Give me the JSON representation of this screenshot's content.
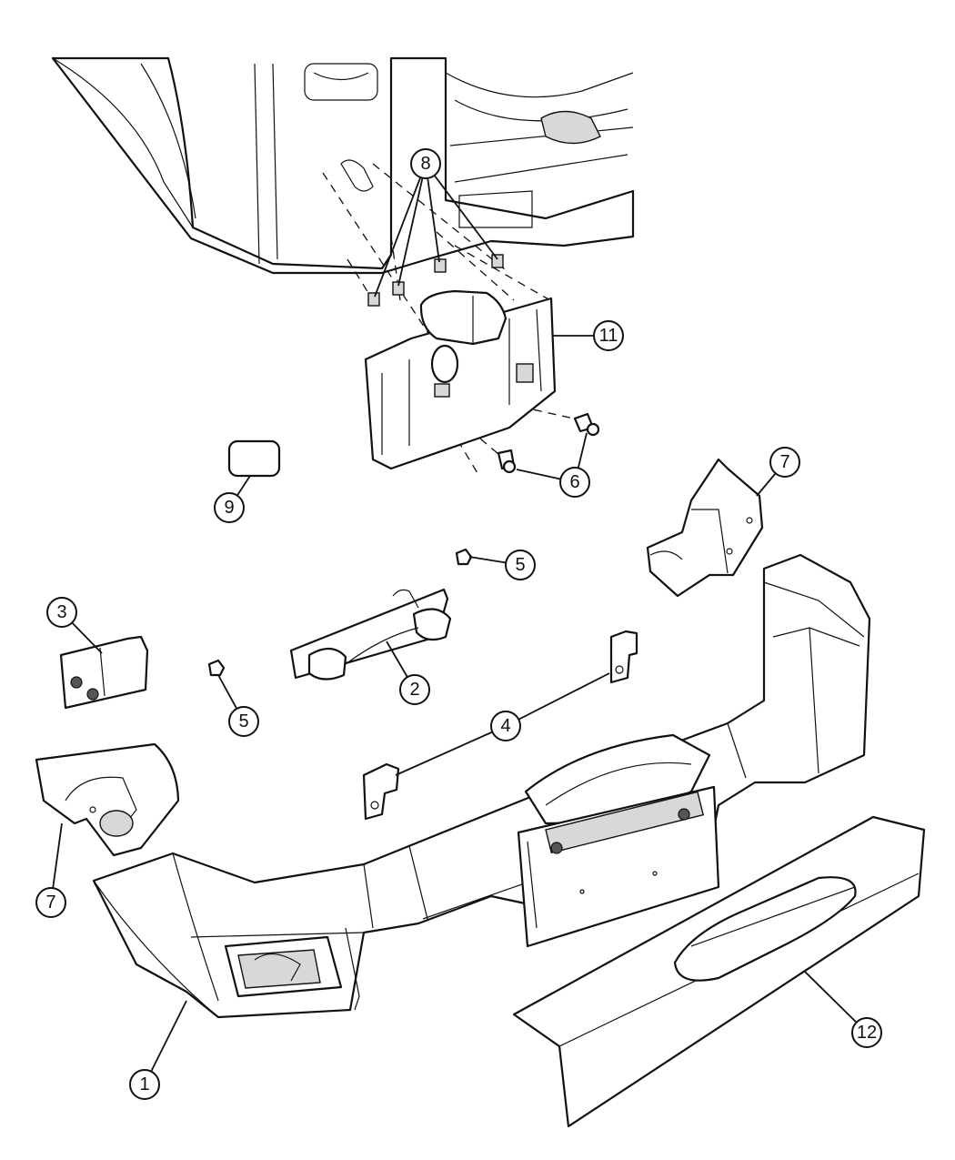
{
  "callouts": [
    {
      "id": "c1",
      "label": "1"
    },
    {
      "id": "c2",
      "label": "2"
    },
    {
      "id": "c3",
      "label": "3"
    },
    {
      "id": "c4",
      "label": "4"
    },
    {
      "id": "c5a",
      "label": "5"
    },
    {
      "id": "c5b",
      "label": "5"
    },
    {
      "id": "c6",
      "label": "6"
    },
    {
      "id": "c7a",
      "label": "7"
    },
    {
      "id": "c7b",
      "label": "7"
    },
    {
      "id": "c8",
      "label": "8"
    },
    {
      "id": "c9",
      "label": "9"
    },
    {
      "id": "c11",
      "label": "11"
    },
    {
      "id": "c12",
      "label": "12"
    }
  ]
}
